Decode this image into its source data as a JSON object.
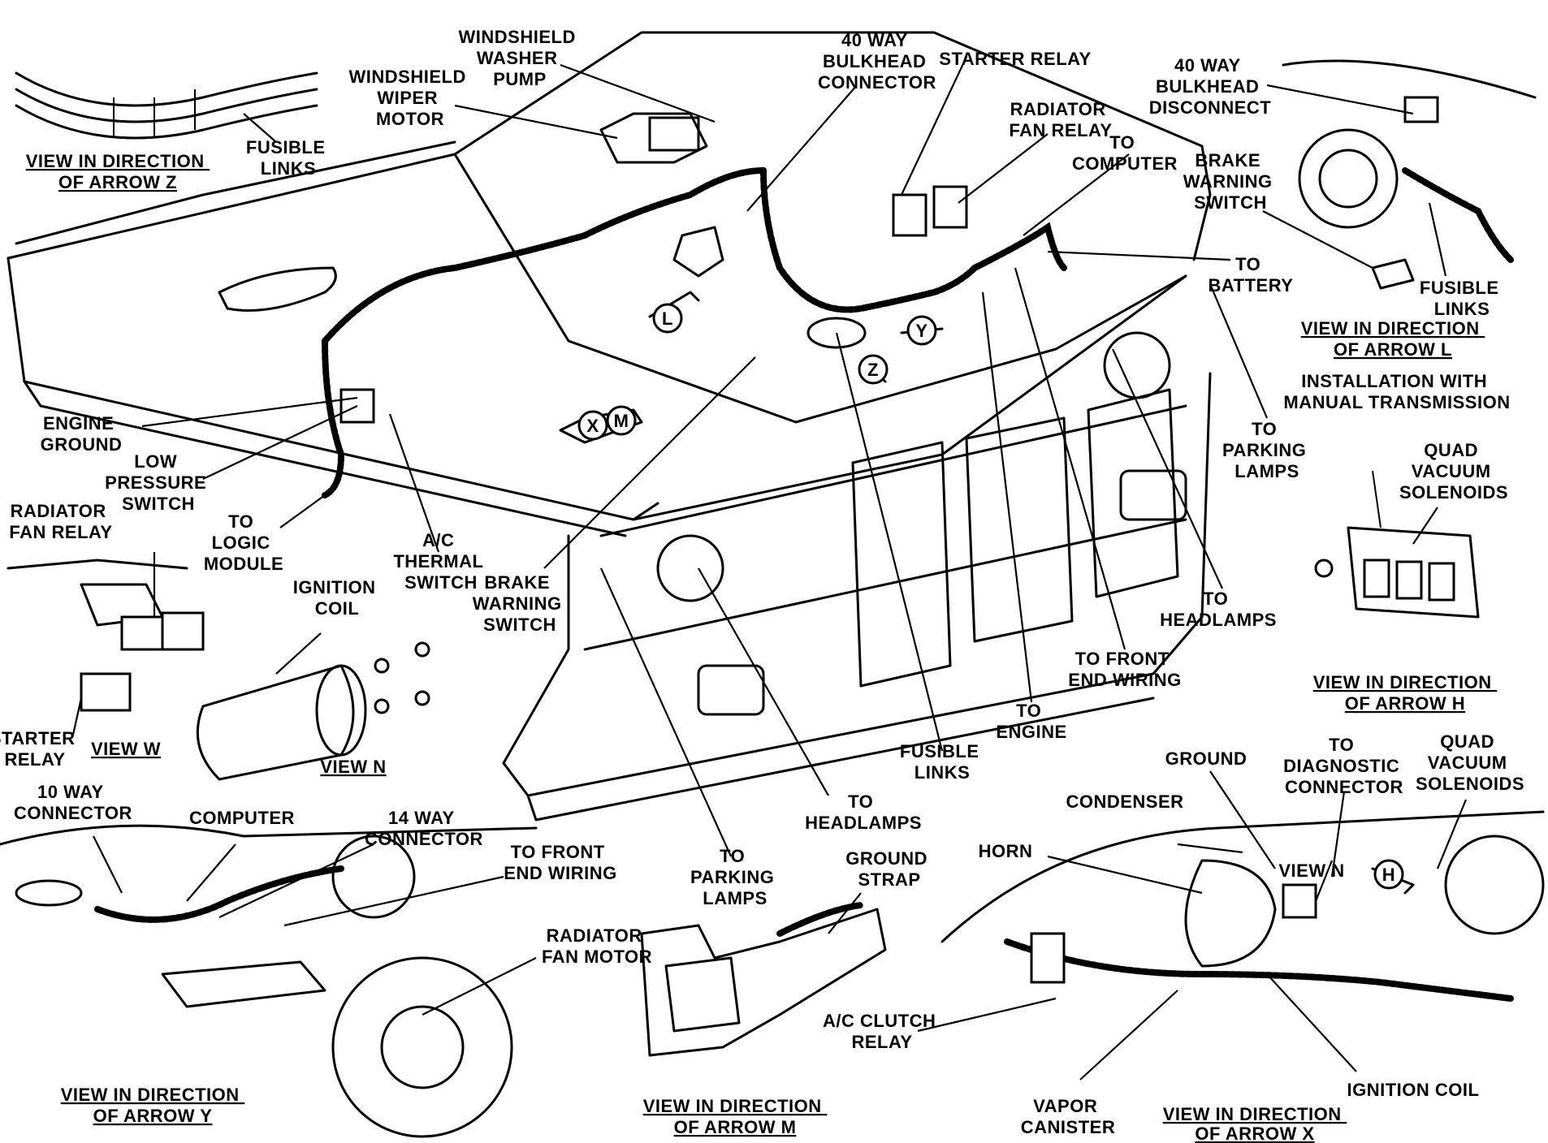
{
  "labels": {
    "windshield_washer_pump": [
      "WINDSHIELD",
      "WASHER",
      "PUMP"
    ],
    "bulkhead_connector_40": [
      "40 WAY",
      "BULKHEAD",
      "CONNECTOR"
    ],
    "starter_relay_top": "STARTER RELAY",
    "radiator_fan_relay_top": [
      "RADIATOR",
      "FAN RELAY"
    ],
    "to_computer": [
      "TO",
      "COMPUTER"
    ],
    "bulkhead_disconnect_40": [
      "40 WAY",
      "BULKHEAD",
      "DISCONNECT"
    ],
    "brake_warning_switch_right": [
      "BRAKE",
      "WARNING",
      "SWITCH"
    ],
    "to_battery": [
      "TO",
      "BATTERY"
    ],
    "fusible_links_right": [
      "FUSIBLE",
      "LINKS"
    ],
    "view_arrow_l": [
      "VIEW IN DIRECTION",
      "OF ARROW L"
    ],
    "installation_note": [
      "INSTALLATION WITH",
      "MANUAL TRANSMISSION"
    ],
    "windshield_wiper_motor": [
      "WINDSHIELD",
      "WIPER",
      "MOTOR"
    ],
    "fusible_links_top_left": [
      "FUSIBLE",
      "LINKS"
    ],
    "view_arrow_z": [
      "VIEW IN DIRECTION",
      "OF ARROW Z"
    ],
    "engine_ground": [
      "ENGINE",
      "GROUND"
    ],
    "low_pressure_switch": [
      "LOW",
      "PRESSURE",
      "SWITCH"
    ],
    "to_logic_module": [
      "TO",
      "LOGIC",
      "MODULE"
    ],
    "ac_thermal_switch": [
      "A/C",
      "THERMAL",
      "SWITCH"
    ],
    "brake_warning_switch_center": [
      "BRAKE",
      "WARNING",
      "SWITCH"
    ],
    "to_parking_lamps_right": [
      "TO",
      "PARKING",
      "LAMPS"
    ],
    "quad_vacuum_solenoids_right": [
      "QUAD",
      "VACUUM",
      "SOLENOIDS"
    ],
    "to_headlamps_right": [
      "TO",
      "HEADLAMPS"
    ],
    "to_front_end_wiring_center": [
      "TO FRONT",
      "END WIRING"
    ],
    "to_engine": [
      "TO",
      "ENGINE"
    ],
    "fusible_links_center": [
      "FUSIBLE",
      "LINKS"
    ],
    "view_arrow_h": [
      "VIEW IN DIRECTION",
      "OF ARROW H"
    ],
    "radiator_fan_relay_left": [
      "RADIATOR",
      "FAN RELAY"
    ],
    "ignition_coil_left": [
      "IGNITION",
      "COIL"
    ],
    "starter_relay_left": [
      "STARTER",
      "RELAY"
    ],
    "view_w": "VIEW W",
    "view_n": "VIEW N",
    "to_headlamps_center": [
      "TO",
      "HEADLAMPS"
    ],
    "to_parking_lamps_center": [
      "TO",
      "PARKING",
      "LAMPS"
    ],
    "ten_way_connector": [
      "10 WAY",
      "CONNECTOR"
    ],
    "computer": "COMPUTER",
    "fourteen_way_connector": [
      "14 WAY",
      "CONNECTOR"
    ],
    "to_front_end_wiring_left": [
      "TO FRONT",
      "END WIRING"
    ],
    "radiator_fan_motor": [
      "RADIATOR",
      "FAN MOTOR"
    ],
    "view_arrow_y": [
      "VIEW IN DIRECTION",
      "OF ARROW Y"
    ],
    "ground_strap": [
      "GROUND",
      "STRAP"
    ],
    "ac_clutch_relay": [
      "A/C CLUTCH",
      "RELAY"
    ],
    "view_arrow_m": [
      "VIEW IN DIRECTION",
      "OF ARROW M"
    ],
    "ground": "GROUND",
    "condenser": "CONDENSER",
    "to_diagnostic_connector": [
      "TO",
      "DIAGNOSTIC",
      "CONNECTOR"
    ],
    "quad_vacuum_solenoids_bottom": [
      "QUAD",
      "VACUUM",
      "SOLENOIDS"
    ],
    "horn": "HORN",
    "view_n_bottom": "VIEW N",
    "vapor_canister": [
      "VAPOR",
      "CANISTER"
    ],
    "ignition_coil_bottom": "IGNITION COIL",
    "view_arrow_x": [
      "VIEW IN DIRECTION",
      "OF ARROW X"
    ]
  },
  "arrow_markers": {
    "l": "L",
    "y": "Y",
    "z": "Z",
    "x": "X",
    "m": "M",
    "h": "H"
  },
  "icons": {
    "arrow_marker": "circled-letter-arrow"
  }
}
